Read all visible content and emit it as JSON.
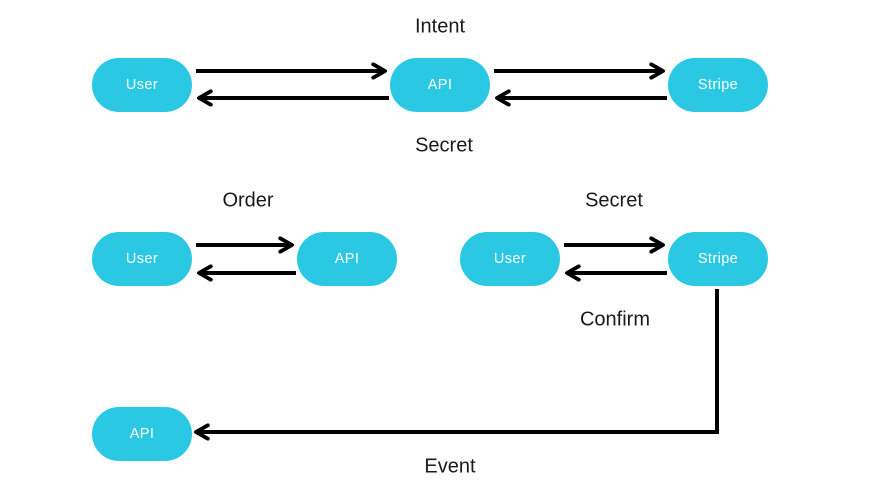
{
  "diagram": {
    "colors": {
      "node_fill": "#2bc8e4",
      "node_text": "#ffffff",
      "arrow": "#000000",
      "label_text": "#1a1a1a",
      "background": "#ffffff"
    },
    "nodes": [
      {
        "id": "row1-user",
        "label": "User"
      },
      {
        "id": "row1-api",
        "label": "API"
      },
      {
        "id": "row1-stripe",
        "label": "Stripe"
      },
      {
        "id": "row2-user-left",
        "label": "User"
      },
      {
        "id": "row2-api",
        "label": "API"
      },
      {
        "id": "row2-user-right",
        "label": "User"
      },
      {
        "id": "row2-stripe",
        "label": "Stripe"
      },
      {
        "id": "row3-api",
        "label": "API"
      }
    ],
    "labels": [
      {
        "id": "intent",
        "text": "Intent"
      },
      {
        "id": "secret-top",
        "text": "Secret"
      },
      {
        "id": "order",
        "text": "Order"
      },
      {
        "id": "secret-mid",
        "text": "Secret"
      },
      {
        "id": "confirm",
        "text": "Confirm"
      },
      {
        "id": "event",
        "text": "Event"
      }
    ]
  }
}
